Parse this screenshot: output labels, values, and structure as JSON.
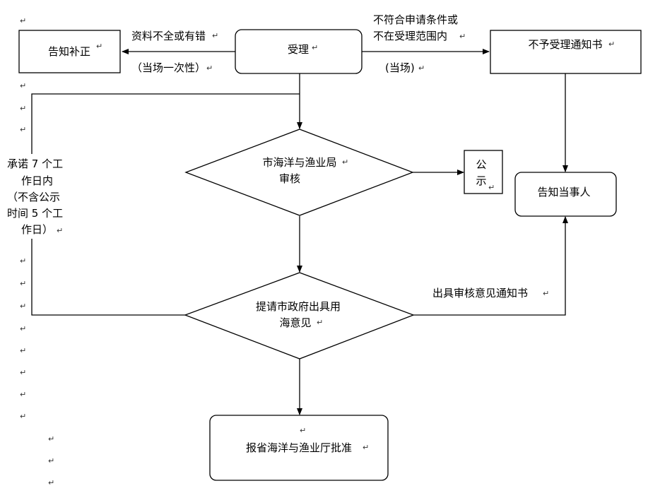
{
  "nodes": {
    "inform_correction": "告知补正",
    "accept": "受理",
    "not_accept_notice": "不予受理通知书",
    "review": [
      "市海洋与渔业局",
      "审核"
    ],
    "publicity": [
      "公",
      "示"
    ],
    "inform_party": "告知当事人",
    "city_gov": [
      "提请市政府出具用",
      "海意见"
    ],
    "province_approval": "报省海洋与渔业厅批准"
  },
  "edges": {
    "incomplete": "资料不全或有错",
    "on_site_once": "（当场一次性）",
    "not_eligible": [
      "不符合申请条件或",
      "不在受理范围内"
    ],
    "on_site": "(当场)",
    "review_opinion_notice": "出具审核意见通知书"
  },
  "side_note": [
    "承诺 7 个工",
    "作日内",
    "（不含公示",
    "时间 5 个工",
    "作日）"
  ],
  "paragraph_mark": "↵"
}
